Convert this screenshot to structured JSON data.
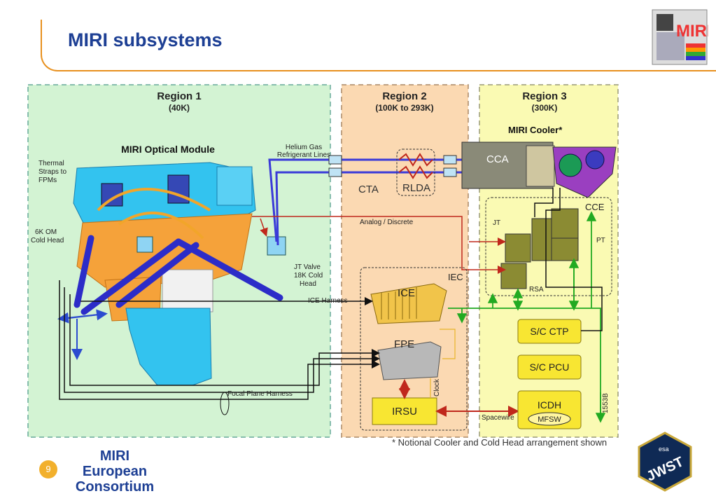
{
  "slide": {
    "title": "MIRI subsystems",
    "page_number": "9",
    "footer_line1": "MIRI European",
    "footer_line2": "Consortium",
    "logo_text": "MIRI",
    "jwst_logo_text": "JWST",
    "esa_text": "esa",
    "footnote": "* Notional Cooler and Cold Head arrangement shown"
  },
  "regions": [
    {
      "name": "Region 1",
      "temp": "(40K)",
      "color": "#d3f3d3"
    },
    {
      "name": "Region 2",
      "temp": "(100K to 293K)",
      "color": "#fbd9b2"
    },
    {
      "name": "Region 3",
      "temp": "(300K)",
      "color": "#fafab3"
    }
  ],
  "labels": {
    "optical_module": "MIRI Optical Module",
    "thermal_straps": [
      "Thermal",
      "Straps to",
      "FPMs"
    ],
    "cold_head": [
      "6K OM",
      "Cold Head"
    ],
    "helium": [
      "Helium Gas",
      "Refrigerant Lines"
    ],
    "analog": "Analog / Discrete",
    "jt_valve": [
      "JT Valve",
      "18K Cold",
      "Head"
    ],
    "ice_harness": "ICE Harness",
    "focal_plane_harness": "Focal Plane Harness",
    "cta": "CTA",
    "rlda": "RLDA",
    "cca": "CCA",
    "miri_cooler": "MIRI Cooler*",
    "cce": "CCE",
    "jt": "JT",
    "pt": "PT",
    "rsa": "RSA",
    "iec": "IEC",
    "ice": "ICE",
    "fpe": "FPE",
    "irsu": "IRSU",
    "clock": "Clock",
    "spacewire": "Spacewire",
    "bus_1553b": "1553B"
  },
  "boxes": {
    "sc_ctp": "S/C CTP",
    "sc_pcu": "S/C PCU",
    "icdh": "ICDH",
    "mfsw": "MFSW"
  },
  "colors": {
    "title_blue": "#1d3f94",
    "accent_orange": "#e8901e",
    "harness_blue": "#2c2cc8",
    "green_link": "#22aa22",
    "red_link": "#c0281c",
    "box_yellow": "#f8e632",
    "module_cyan": "#33c3ef",
    "module_orange": "#f5a23a"
  }
}
